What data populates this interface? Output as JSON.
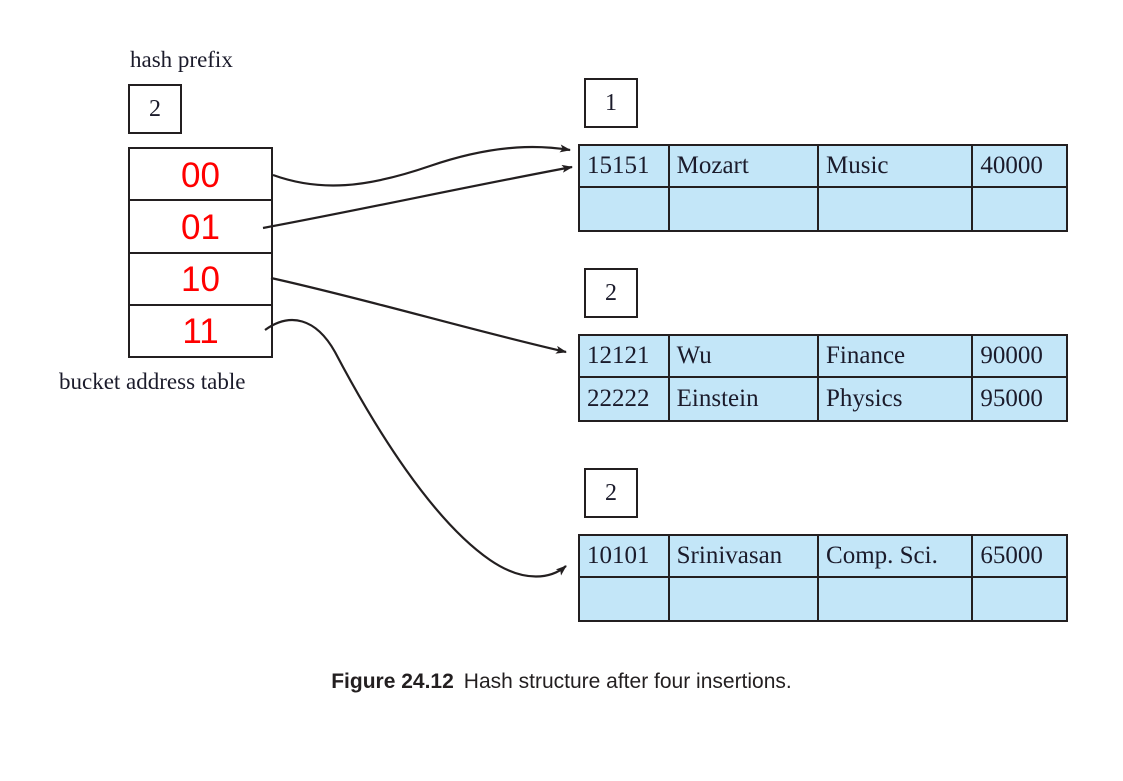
{
  "figure": {
    "caption_number": "Figure 24.12",
    "caption_text": "Hash structure after four insertions."
  },
  "directory": {
    "hash_prefix_label": "hash prefix",
    "global_depth": "2",
    "bucket_address_table_label": "bucket address table",
    "entry_color": "#ff0000",
    "entries": [
      {
        "bits": "00"
      },
      {
        "bits": "01"
      },
      {
        "bits": "10"
      },
      {
        "bits": "11"
      }
    ]
  },
  "buckets": [
    {
      "local_depth": "1",
      "rows": [
        {
          "id": "15151",
          "name": "Mozart",
          "dept": "Music",
          "salary": "40000"
        },
        {
          "id": "",
          "name": "",
          "dept": "",
          "salary": ""
        }
      ]
    },
    {
      "local_depth": "2",
      "rows": [
        {
          "id": "12121",
          "name": "Wu",
          "dept": "Finance",
          "salary": "90000"
        },
        {
          "id": "22222",
          "name": "Einstein",
          "dept": "Physics",
          "salary": "95000"
        }
      ]
    },
    {
      "local_depth": "2",
      "rows": [
        {
          "id": "10101",
          "name": "Srinivasan",
          "dept": "Comp. Sci.",
          "salary": "65000"
        },
        {
          "id": "",
          "name": "",
          "dept": "",
          "salary": ""
        }
      ]
    }
  ],
  "colors": {
    "bucket_fill": "#c3e6f8",
    "stroke": "#231f20",
    "directory_entry": "#ff0000",
    "background": "#ffffff"
  }
}
